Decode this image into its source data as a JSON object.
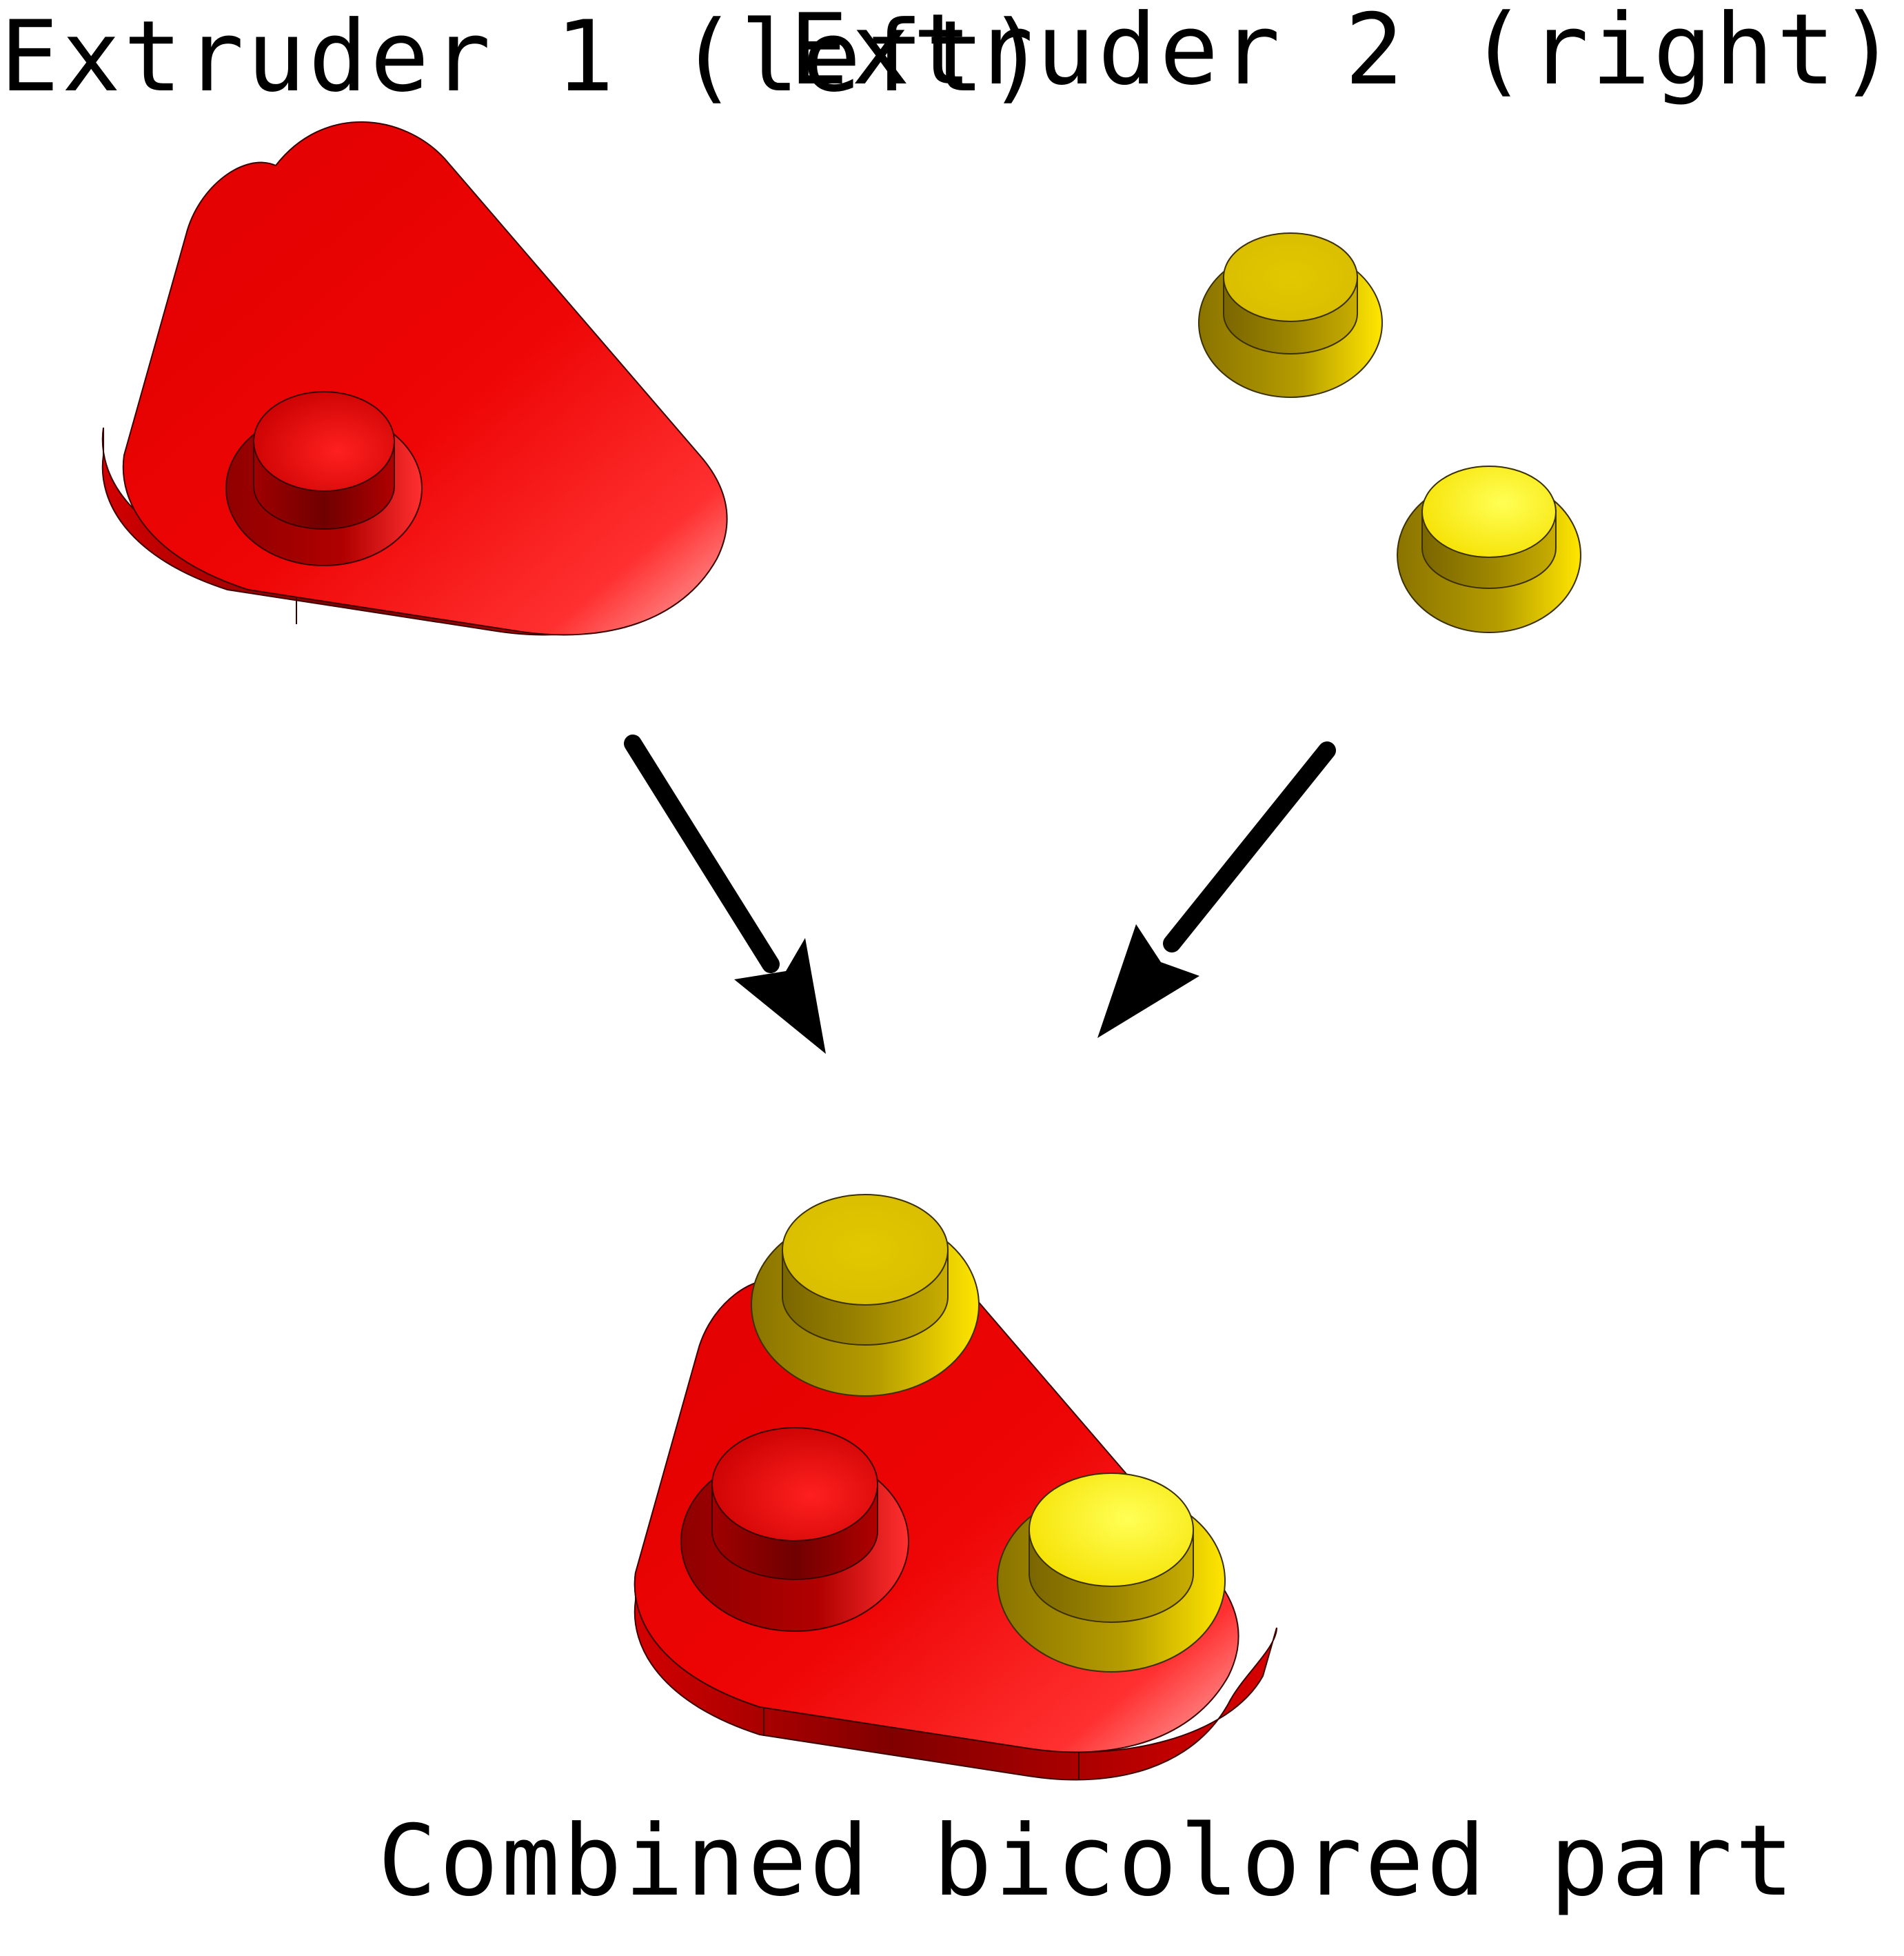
{
  "labels": {
    "extruder1": "Extruder 1 (left)",
    "extruder2": "Extruder 2 (right)",
    "combined": "Combined bicolored part"
  },
  "colors": {
    "red_top": "#e80000",
    "red_light": "#ff3a3a",
    "red_side": "#8a0000",
    "yellow_top": "#e0c400",
    "yellow_light": "#fff23a",
    "yellow_side": "#8a7400",
    "arrow": "#000000",
    "background": "#ffffff"
  }
}
